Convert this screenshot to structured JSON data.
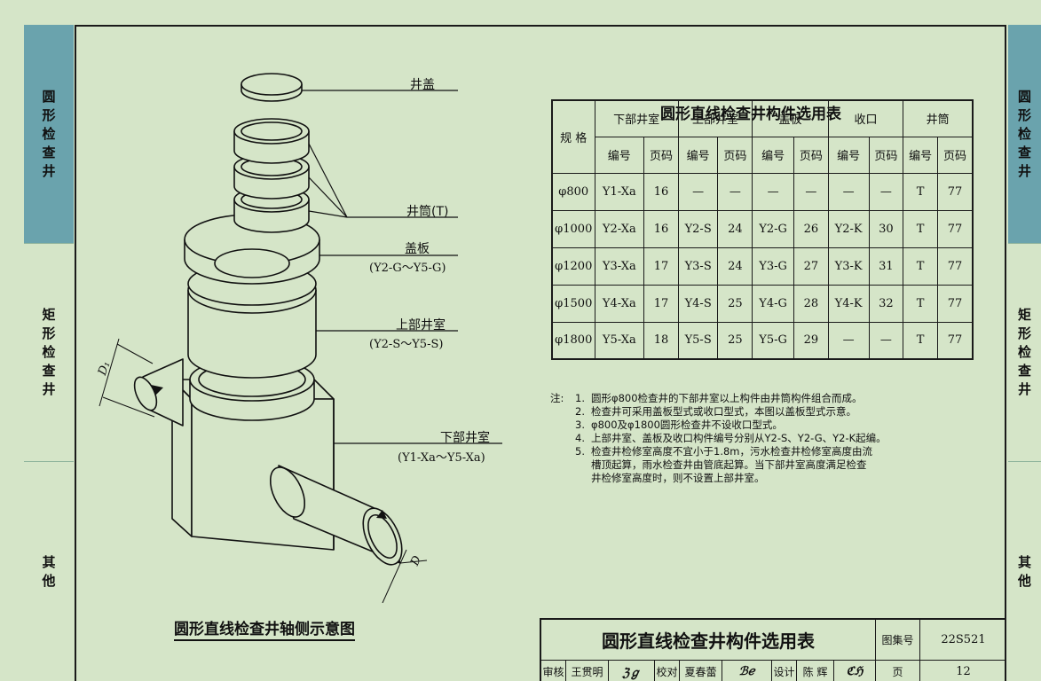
{
  "side_tabs_left": [
    {
      "label": "圆形检查井",
      "active": true
    },
    {
      "label": "矩形检查井",
      "active": false
    },
    {
      "label": "其他",
      "active": false
    }
  ],
  "side_tabs_right": [
    {
      "label": "圆形检查井",
      "active": true
    },
    {
      "label": "矩形检查井",
      "active": false
    },
    {
      "label": "其他",
      "active": false
    }
  ],
  "drawing": {
    "labels": {
      "cover": "井盖",
      "shaft": "井筒(T)",
      "slab": "盖板",
      "slab_range": "(Y2-G～Y5-G)",
      "upper": "上部井室",
      "upper_range": "(Y2-S～Y5-S)",
      "lower": "下部井室",
      "lower_range": "(Y1-Xa～Y5-Xa)",
      "dim_d1": "D₁",
      "dim_d": "D"
    },
    "caption": "圆形直线检查井轴侧示意图"
  },
  "table": {
    "title": "圆形直线检查井构件选用表",
    "spec_header": "规 格",
    "groups": [
      "下部井室",
      "上部井室",
      "盖板",
      "收口",
      "井筒"
    ],
    "sub_headers": [
      "编号",
      "页码",
      "编号",
      "页码",
      "编号",
      "页码",
      "编号",
      "页码",
      "编号",
      "页码"
    ],
    "rows": [
      [
        "φ800",
        "Y1-Xa",
        "16",
        "—",
        "—",
        "—",
        "—",
        "—",
        "—",
        "T",
        "77"
      ],
      [
        "φ1000",
        "Y2-Xa",
        "16",
        "Y2-S",
        "24",
        "Y2-G",
        "26",
        "Y2-K",
        "30",
        "T",
        "77"
      ],
      [
        "φ1200",
        "Y3-Xa",
        "17",
        "Y3-S",
        "24",
        "Y3-G",
        "27",
        "Y3-K",
        "31",
        "T",
        "77"
      ],
      [
        "φ1500",
        "Y4-Xa",
        "17",
        "Y4-S",
        "25",
        "Y4-G",
        "28",
        "Y4-K",
        "32",
        "T",
        "77"
      ],
      [
        "φ1800",
        "Y5-Xa",
        "18",
        "Y5-S",
        "25",
        "Y5-G",
        "29",
        "—",
        "—",
        "T",
        "77"
      ]
    ]
  },
  "notes": {
    "prefix": "注:",
    "items": [
      {
        "num": "1.",
        "lines": [
          "圆形φ800检查井的下部井室以上构件由井筒构件组合而成。"
        ]
      },
      {
        "num": "2.",
        "lines": [
          "检查井可采用盖板型式或收口型式，本图以盖板型式示意。"
        ]
      },
      {
        "num": "3.",
        "lines": [
          "φ800及φ1800圆形检查井不设收口型式。"
        ]
      },
      {
        "num": "4.",
        "lines": [
          "上部井室、盖板及收口构件编号分别从Y2-S、Y2-G、Y2-K起编。"
        ]
      },
      {
        "num": "5.",
        "lines": [
          "检查井检修室高度不宜小于1.8m，污水检查井检修室高度由流",
          "槽顶起算，雨水检查井由管底起算。当下部井室高度满足检查",
          "井检修室高度时，则不设置上部井室。"
        ]
      }
    ]
  },
  "title_block": {
    "title": "圆形直线检查井构件选用表",
    "atlas_label": "图集号",
    "atlas_no": "22S521",
    "page_label": "页",
    "page_no": "12",
    "review_label": "审核",
    "reviewer": "王贯明",
    "check_label": "校对",
    "checker": "夏春蕾",
    "design_label": "设计",
    "designer": "陈 辉"
  }
}
